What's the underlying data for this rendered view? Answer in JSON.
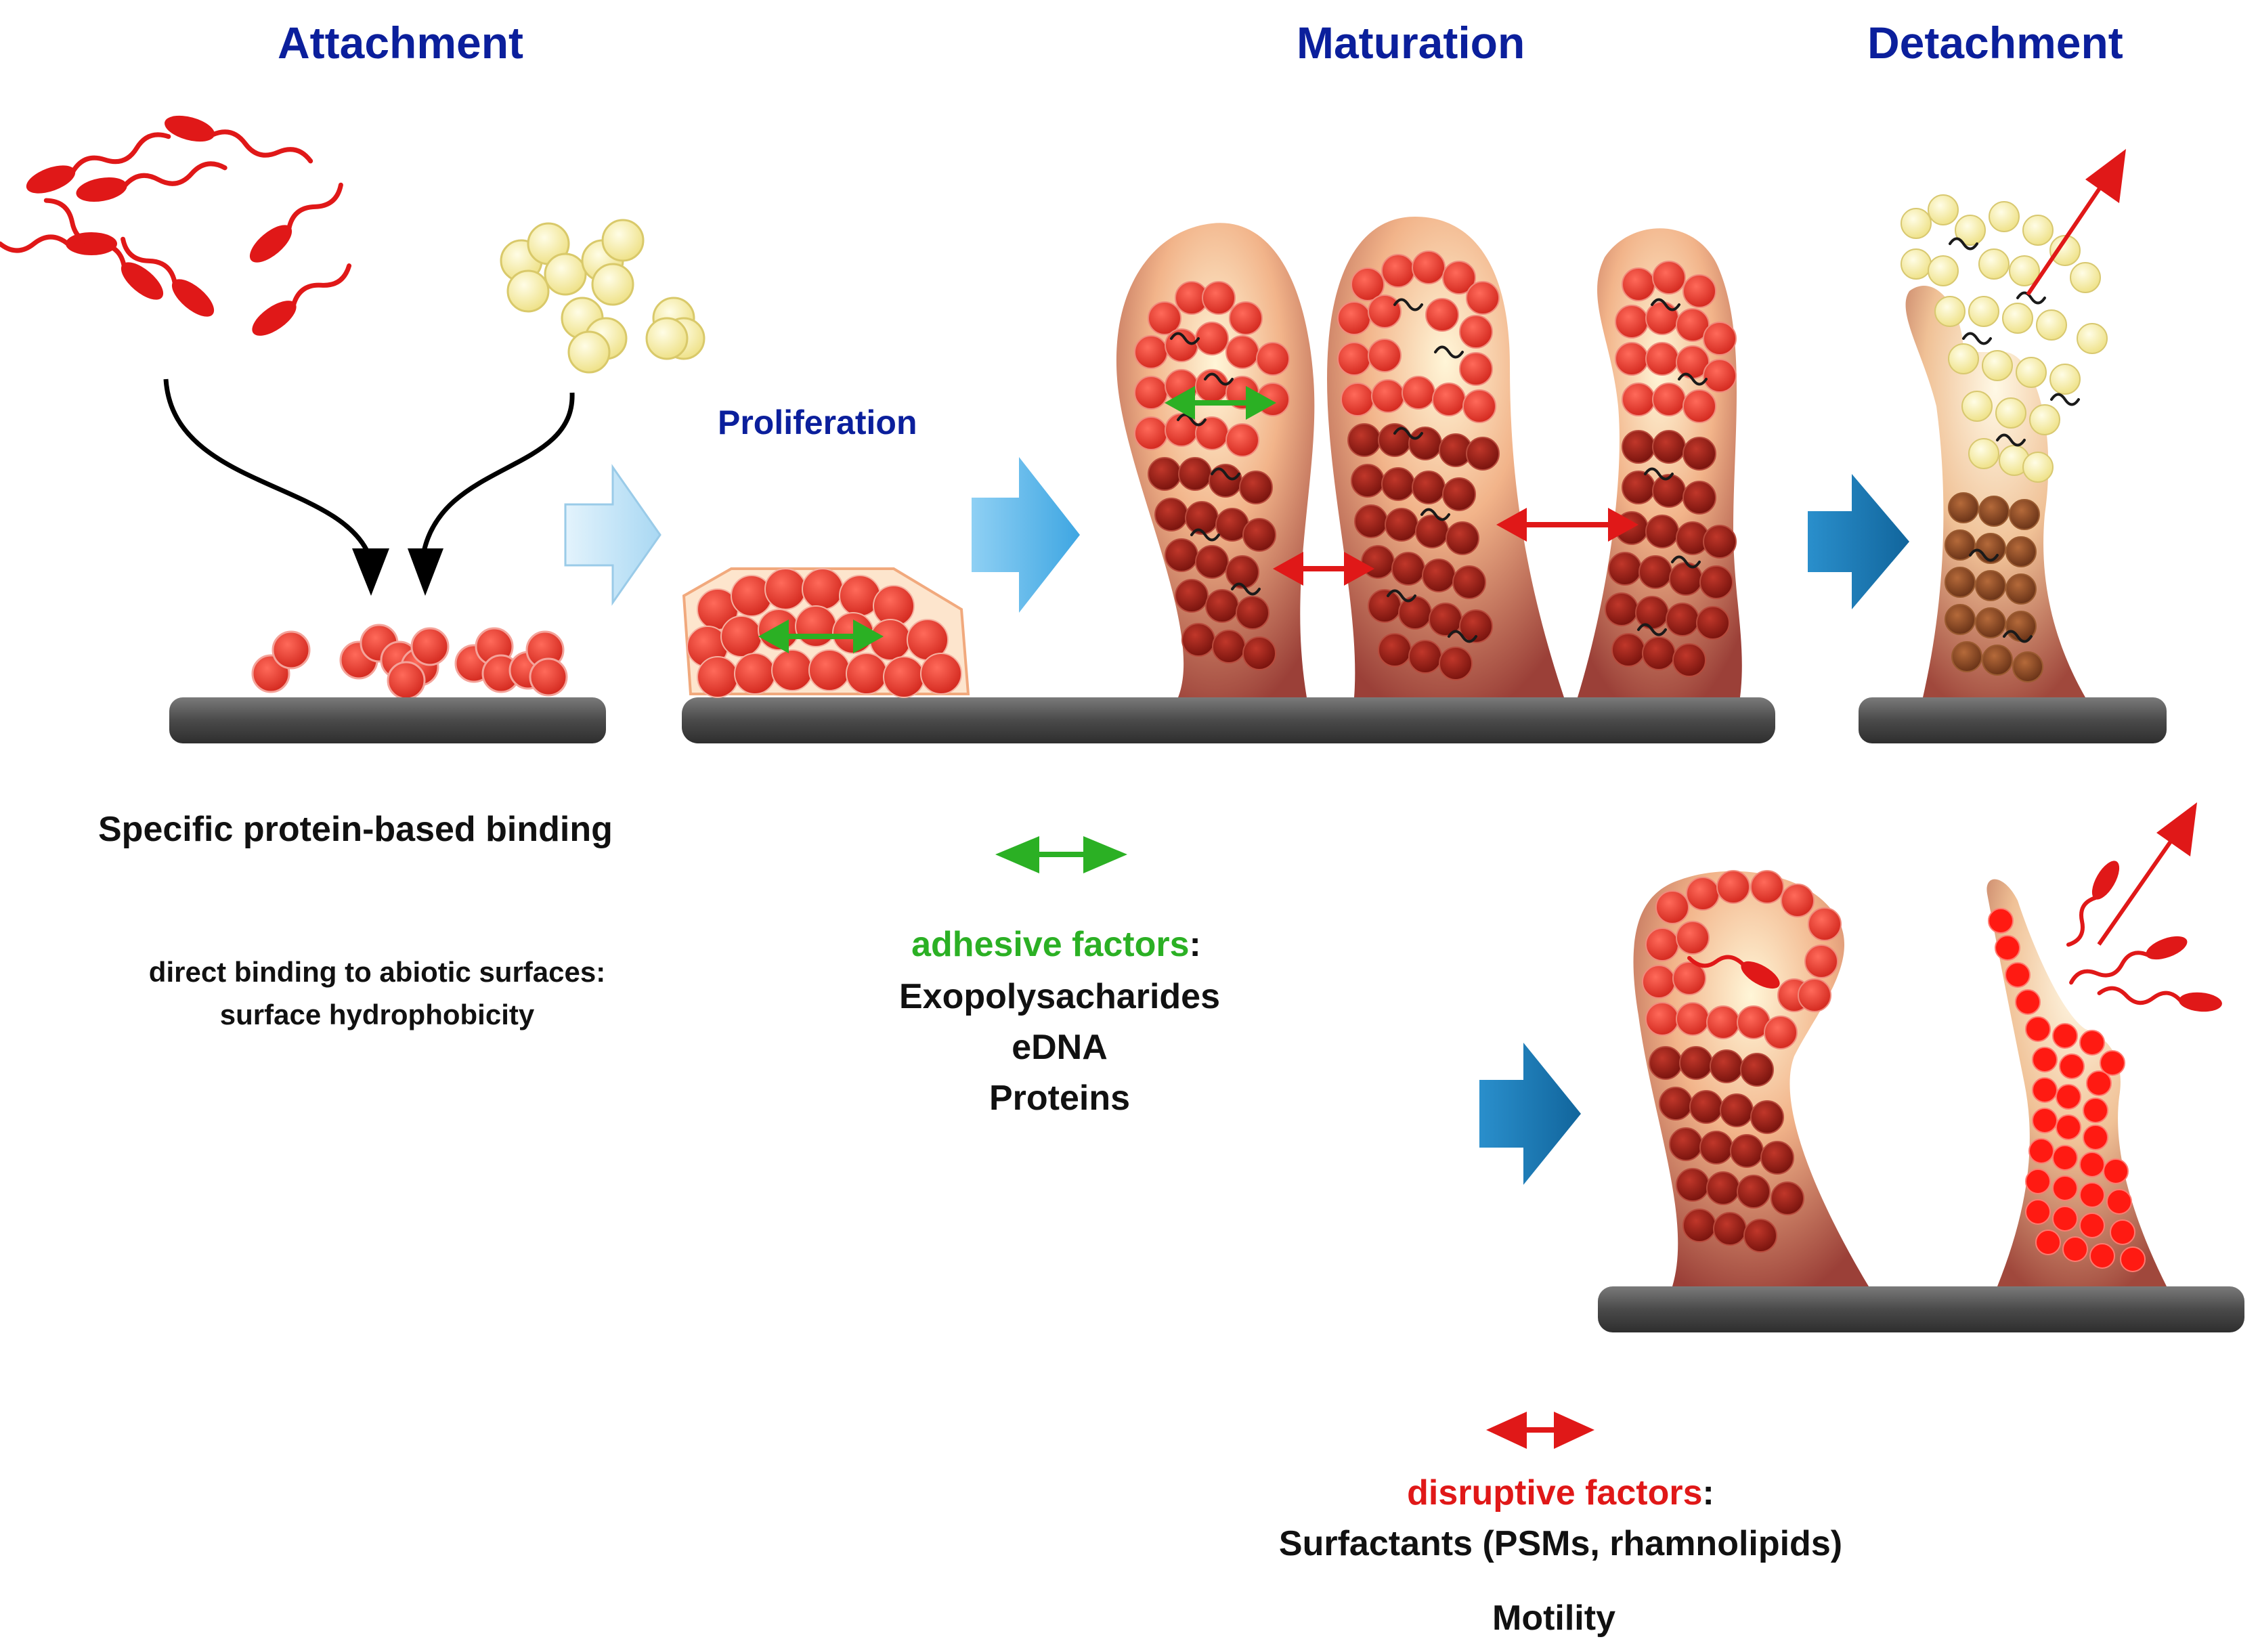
{
  "stages": {
    "attachment": "Attachment",
    "maturation": "Maturation",
    "detachment": "Detachment",
    "proliferation": "Proliferation"
  },
  "attachment_notes": {
    "binding": "Specific protein-based binding",
    "abiotic_line1": "direct binding to abiotic surfaces:",
    "abiotic_line2": "surface hydrophobicity"
  },
  "adhesive": {
    "title": "adhesive factors",
    "colon": ":",
    "items": [
      "Exopolysacharides",
      "eDNA",
      "Proteins"
    ]
  },
  "disruptive": {
    "title": "disruptive factors",
    "colon": ":",
    "items": [
      "Surfactants (PSMs, rhamnolipids)",
      "Motility"
    ]
  },
  "colors": {
    "stage_text": "#0b1f9c",
    "adhesive": "#2bb024",
    "disruptive": "#e01818",
    "surface": "#555555",
    "cell_red": "#e5332a",
    "cell_dark": "#8a1a12",
    "cell_yellow": "#fdf5b8",
    "arrow_light": "#bfe3f7",
    "arrow_mid": "#5cb6ea",
    "arrow_dark": "#1c77b0"
  }
}
